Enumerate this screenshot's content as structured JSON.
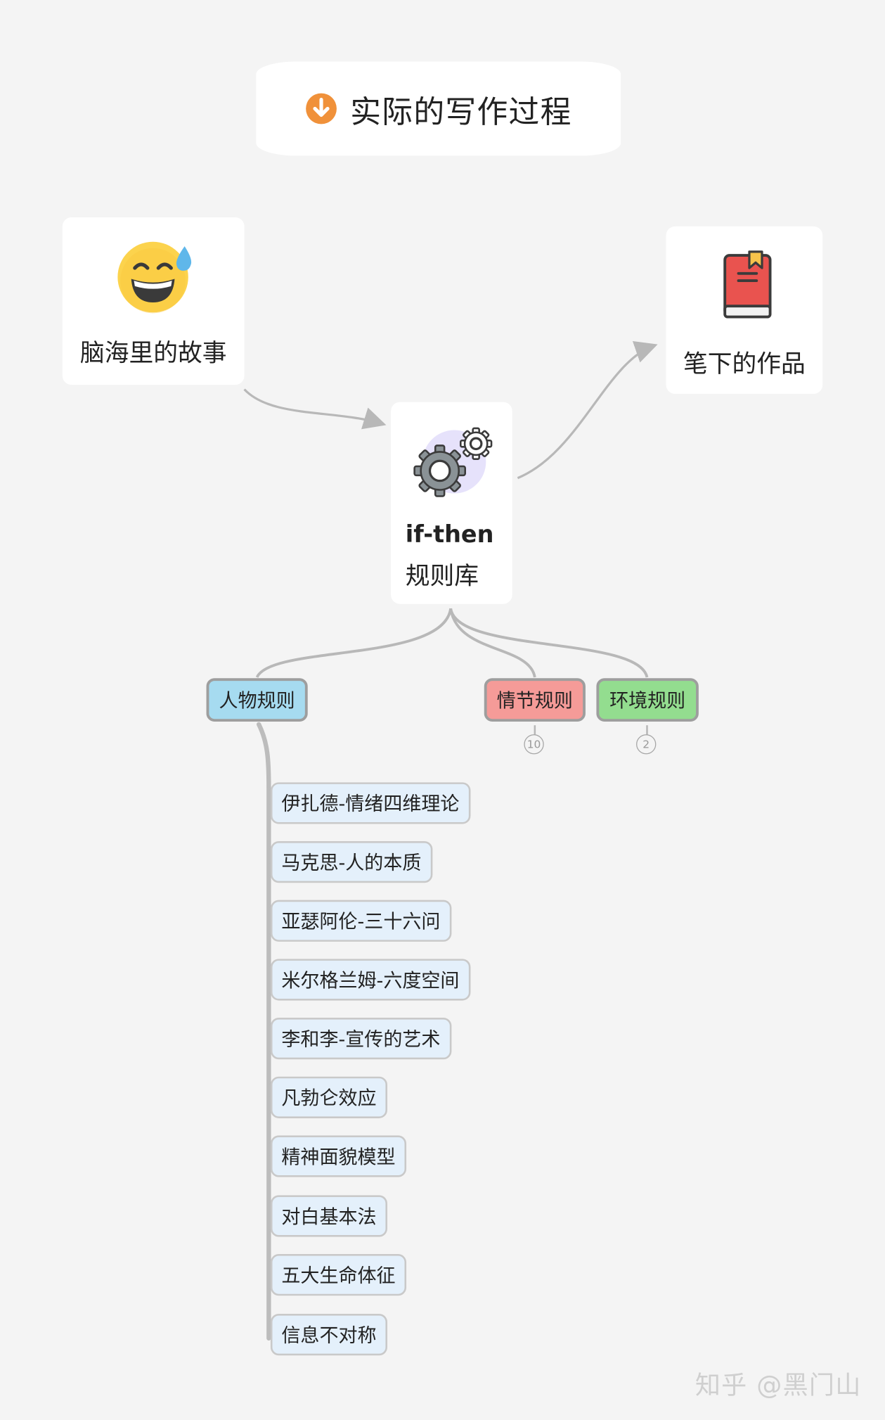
{
  "title": {
    "text": "实际的写作过程",
    "icon": "orange-down-arrow-icon",
    "icon_color": "#f0913a"
  },
  "nodes": {
    "story": {
      "label": "脑海里的故事",
      "icon": "grinning-sweat-emoji-icon"
    },
    "rules": {
      "label_line1": "if-then",
      "label_line2": "规则库",
      "icon": "gears-icon"
    },
    "work": {
      "label": "笔下的作品",
      "icon": "red-book-icon",
      "icon_color": "#e9534f"
    }
  },
  "categories": [
    {
      "label": "人物规则",
      "color": "#a6dbf0"
    },
    {
      "label": "情节规则",
      "color": "#f59b98",
      "collapsed_count": "10"
    },
    {
      "label": "环境规则",
      "color": "#93dd8f",
      "collapsed_count": "2"
    }
  ],
  "character_rules": [
    "伊扎德-情绪四维理论",
    "马克思-人的本质",
    "亚瑟阿伦-三十六问",
    "米尔格兰姆-六度空间",
    "李和李-宣传的艺术",
    "凡勃仑效应",
    "精神面貌模型",
    "对白基本法",
    "五大生命体征",
    "信息不对称"
  ],
  "watermark": "知乎 @黑门山"
}
